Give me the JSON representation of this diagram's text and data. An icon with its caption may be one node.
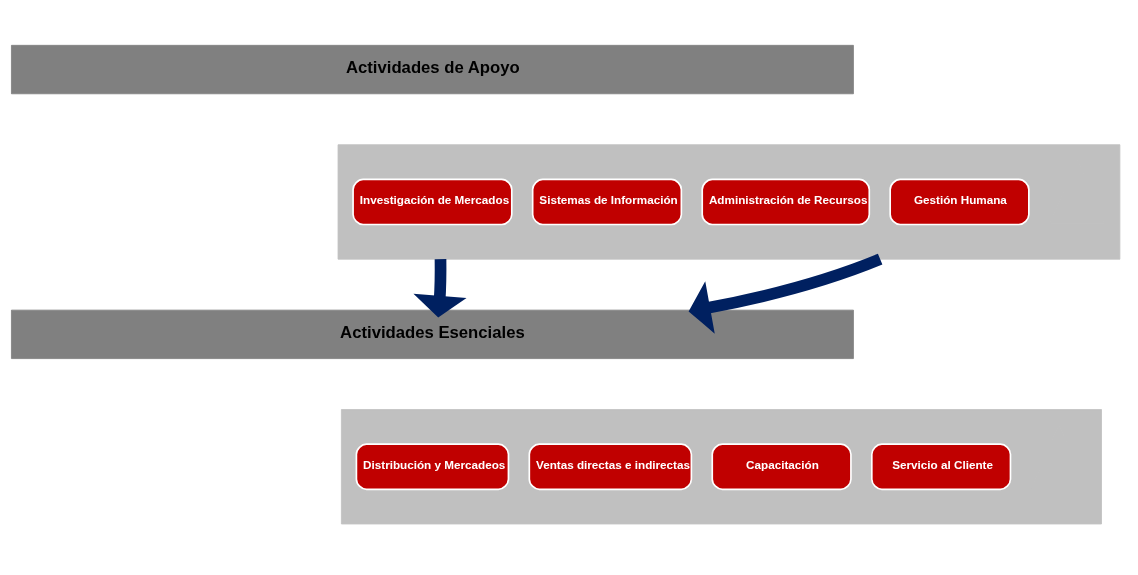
{
  "diagram": {
    "nodes": [
      {
        "text": [
          "Actividades de Apoyo"
        ]
      },
      {
        "text": [],
        "shape": "arrow"
      },
      {
        "text": [
          "Investigación de Mercados"
        ],
        "in": 1
      },
      {
        "text": [
          "Sistemas de Información"
        ],
        "in": 1
      },
      {
        "text": [
          "Administración de Recursos"
        ],
        "in": 1
      },
      {
        "text": [
          "Gestión Humana"
        ],
        "in": 1
      },
      {
        "text": [
          "Actividades Esenciales"
        ]
      },
      {
        "text": [],
        "shape": "arrow"
      },
      {
        "text": [
          "Distribución y Mercadeos"
        ],
        "in": 7
      },
      {
        "text": [
          "Ventas directas e indirectas"
        ],
        "in": 7
      },
      {
        "text": [
          "Capacitación"
        ],
        "in": 7
      },
      {
        "text": [
          "Servicio al Cliente"
        ],
        "in": 7
      }
    ],
    "edges": [
      {
        "from": 1,
        "to": 6,
        "arrow": "to",
        "color": "#002060"
      },
      {
        "from": 1,
        "to": 6,
        "arrow": "to",
        "color": "#002060"
      }
    ]
  }
}
